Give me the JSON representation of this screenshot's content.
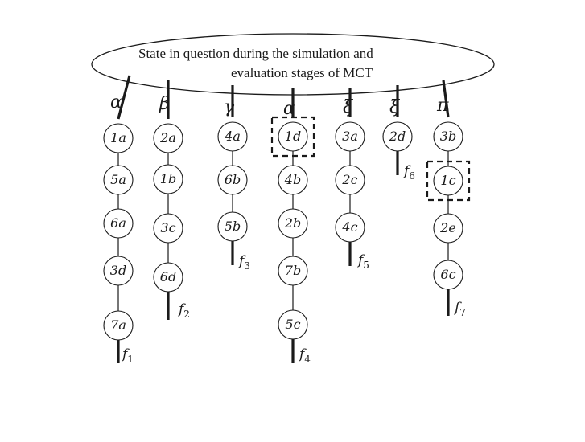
{
  "caption_line1": "State in question during the simulation and",
  "caption_line2": "evaluation stages of MCT",
  "branches": [
    {
      "symbol": "α",
      "nodes": [
        "1a",
        "5a",
        "6a",
        "3d",
        "7a"
      ],
      "terminal": "f",
      "terminal_sub": "1",
      "highlighted": []
    },
    {
      "symbol": "β",
      "nodes": [
        "2a",
        "1b",
        "3c",
        "6d"
      ],
      "terminal": "f",
      "terminal_sub": "2",
      "highlighted": []
    },
    {
      "symbol": "γ",
      "nodes": [
        "4a",
        "6b",
        "5b"
      ],
      "terminal": "f",
      "terminal_sub": "3",
      "highlighted": []
    },
    {
      "symbol": "α",
      "nodes": [
        "1d",
        "4b",
        "2b",
        "7b",
        "5c"
      ],
      "terminal": "f",
      "terminal_sub": "4",
      "highlighted": [
        "1d"
      ]
    },
    {
      "symbol": "ξ",
      "nodes": [
        "3a",
        "2c",
        "4c"
      ],
      "terminal": "f",
      "terminal_sub": "5",
      "highlighted": []
    },
    {
      "symbol": "ξ",
      "nodes": [
        "2d"
      ],
      "terminal": "f",
      "terminal_sub": "6",
      "highlighted": []
    },
    {
      "symbol": "π",
      "nodes": [
        "3b",
        "1c",
        "2e",
        "6c"
      ],
      "terminal": "f",
      "terminal_sub": "7",
      "highlighted": [
        "1c"
      ]
    }
  ],
  "colors": {
    "stroke": "#1a1a1a",
    "background": "#ffffff"
  }
}
